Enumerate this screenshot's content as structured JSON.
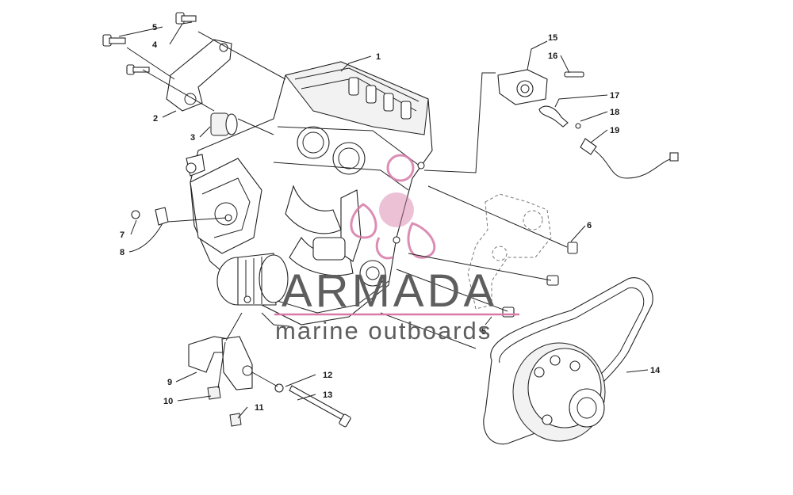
{
  "watermark": {
    "brand": "ARMADA",
    "tagline": "marine outboards",
    "brand_color": "#d77aa8",
    "text_color": "#5e5e5e"
  },
  "callouts": [
    "1",
    "2",
    "3",
    "4",
    "5",
    "6",
    "7",
    "8",
    "9",
    "10",
    "11",
    "12",
    "13",
    "14",
    "15",
    "16",
    "17",
    "18",
    "19",
    "5"
  ]
}
